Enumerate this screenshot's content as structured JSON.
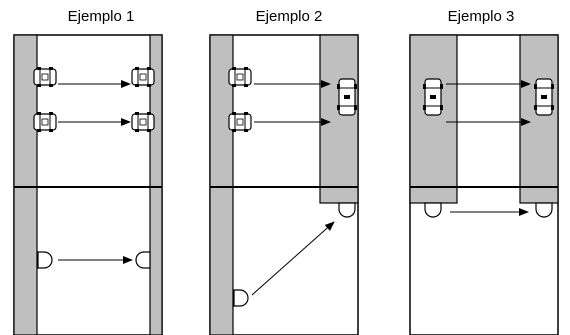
{
  "examples": [
    {
      "title": "Ejemplo 1",
      "variant": "light-to-light"
    },
    {
      "title": "Ejemplo 2",
      "variant": "light-to-dark"
    },
    {
      "title": "Ejemplo 3",
      "variant": "dark-to-dark"
    }
  ],
  "colors": {
    "strip_fill": "#bfbfbf",
    "line": "#000000",
    "background": "#ffffff"
  }
}
